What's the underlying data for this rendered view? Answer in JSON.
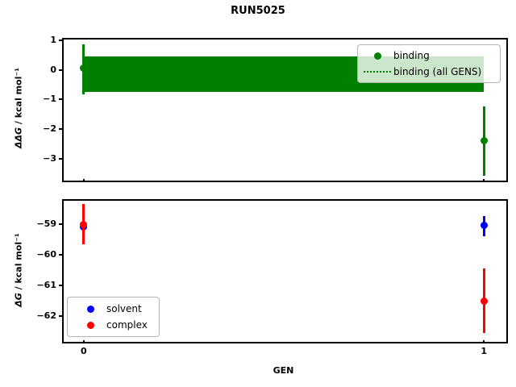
{
  "title": "RUN5025",
  "colors": {
    "binding": "#008000",
    "solvent": "#0000ff",
    "complex": "#ff0000",
    "background": "#ffffff",
    "axis": "#000000"
  },
  "legends": {
    "top": [
      {
        "label": "binding",
        "marker": "green-filled-circle"
      },
      {
        "label": "binding (all GENS)",
        "marker": "green-dotted-line"
      }
    ],
    "bottom": [
      {
        "label": "solvent",
        "marker": "blue-filled-circle"
      },
      {
        "label": "complex",
        "marker": "red-filled-circle"
      }
    ]
  },
  "chart_data": [
    {
      "type": "scatter",
      "subplot": "top",
      "title": "RUN5025",
      "ylabel": "ΔΔG / kcal mol⁻¹",
      "ylabel_math": "ΔΔG",
      "ylabel_rest": " / kcal mol⁻¹",
      "xlim": [
        -0.054,
        1.052
      ],
      "ylim": [
        -3.69,
        1.08
      ],
      "ytick_values": [
        1,
        0,
        -1,
        -2,
        -3
      ],
      "yticks": [
        "1",
        "0",
        "−1",
        "−2",
        "−3"
      ],
      "xtick_values": [
        0,
        1
      ],
      "xticklabels_visible": false,
      "grid": false,
      "legend_location": "upper right",
      "series": [
        {
          "name": "binding",
          "color": "#008000",
          "marker": "circle",
          "x": [
            0,
            1
          ],
          "y": [
            0.05,
            -2.4
          ],
          "err_up": [
            0.8,
            1.15
          ],
          "err_down": [
            0.88,
            1.17
          ]
        },
        {
          "name": "binding (all GENS)",
          "color": "#008000",
          "linestyle": "dotted",
          "x": [
            0,
            1
          ],
          "y": [
            -0.15,
            -0.15
          ],
          "band": {
            "high": 0.45,
            "low": -0.74
          }
        }
      ]
    },
    {
      "type": "scatter",
      "subplot": "bottom",
      "xlabel": "GEN",
      "ylabel": "ΔG / kcal mol⁻¹",
      "ylabel_math": "ΔG",
      "ylabel_rest": " / kcal mol⁻¹",
      "xlim": [
        -0.054,
        1.052
      ],
      "ylim": [
        -62.8,
        -58.18
      ],
      "ytick_values": [
        -59,
        -60,
        -61,
        -62
      ],
      "yticks": [
        "−59",
        "−60",
        "−61",
        "−62"
      ],
      "xtick_values": [
        0,
        1
      ],
      "xticks": [
        "0",
        "1"
      ],
      "xticklabels_visible": true,
      "grid": false,
      "legend_location": "lower left",
      "series": [
        {
          "name": "solvent",
          "color": "#0000ff",
          "marker": "circle",
          "x": [
            0,
            1
          ],
          "y": [
            -59.1,
            -59.05
          ],
          "err_up": [
            0.3,
            0.31
          ],
          "err_down": [
            0.3,
            0.34
          ]
        },
        {
          "name": "complex",
          "color": "#ff0000",
          "marker": "circle",
          "x": [
            0,
            1
          ],
          "y": [
            -59.0,
            -61.53
          ],
          "err_up": [
            0.65,
            1.08
          ],
          "err_down": [
            0.66,
            1.03
          ]
        }
      ]
    }
  ]
}
